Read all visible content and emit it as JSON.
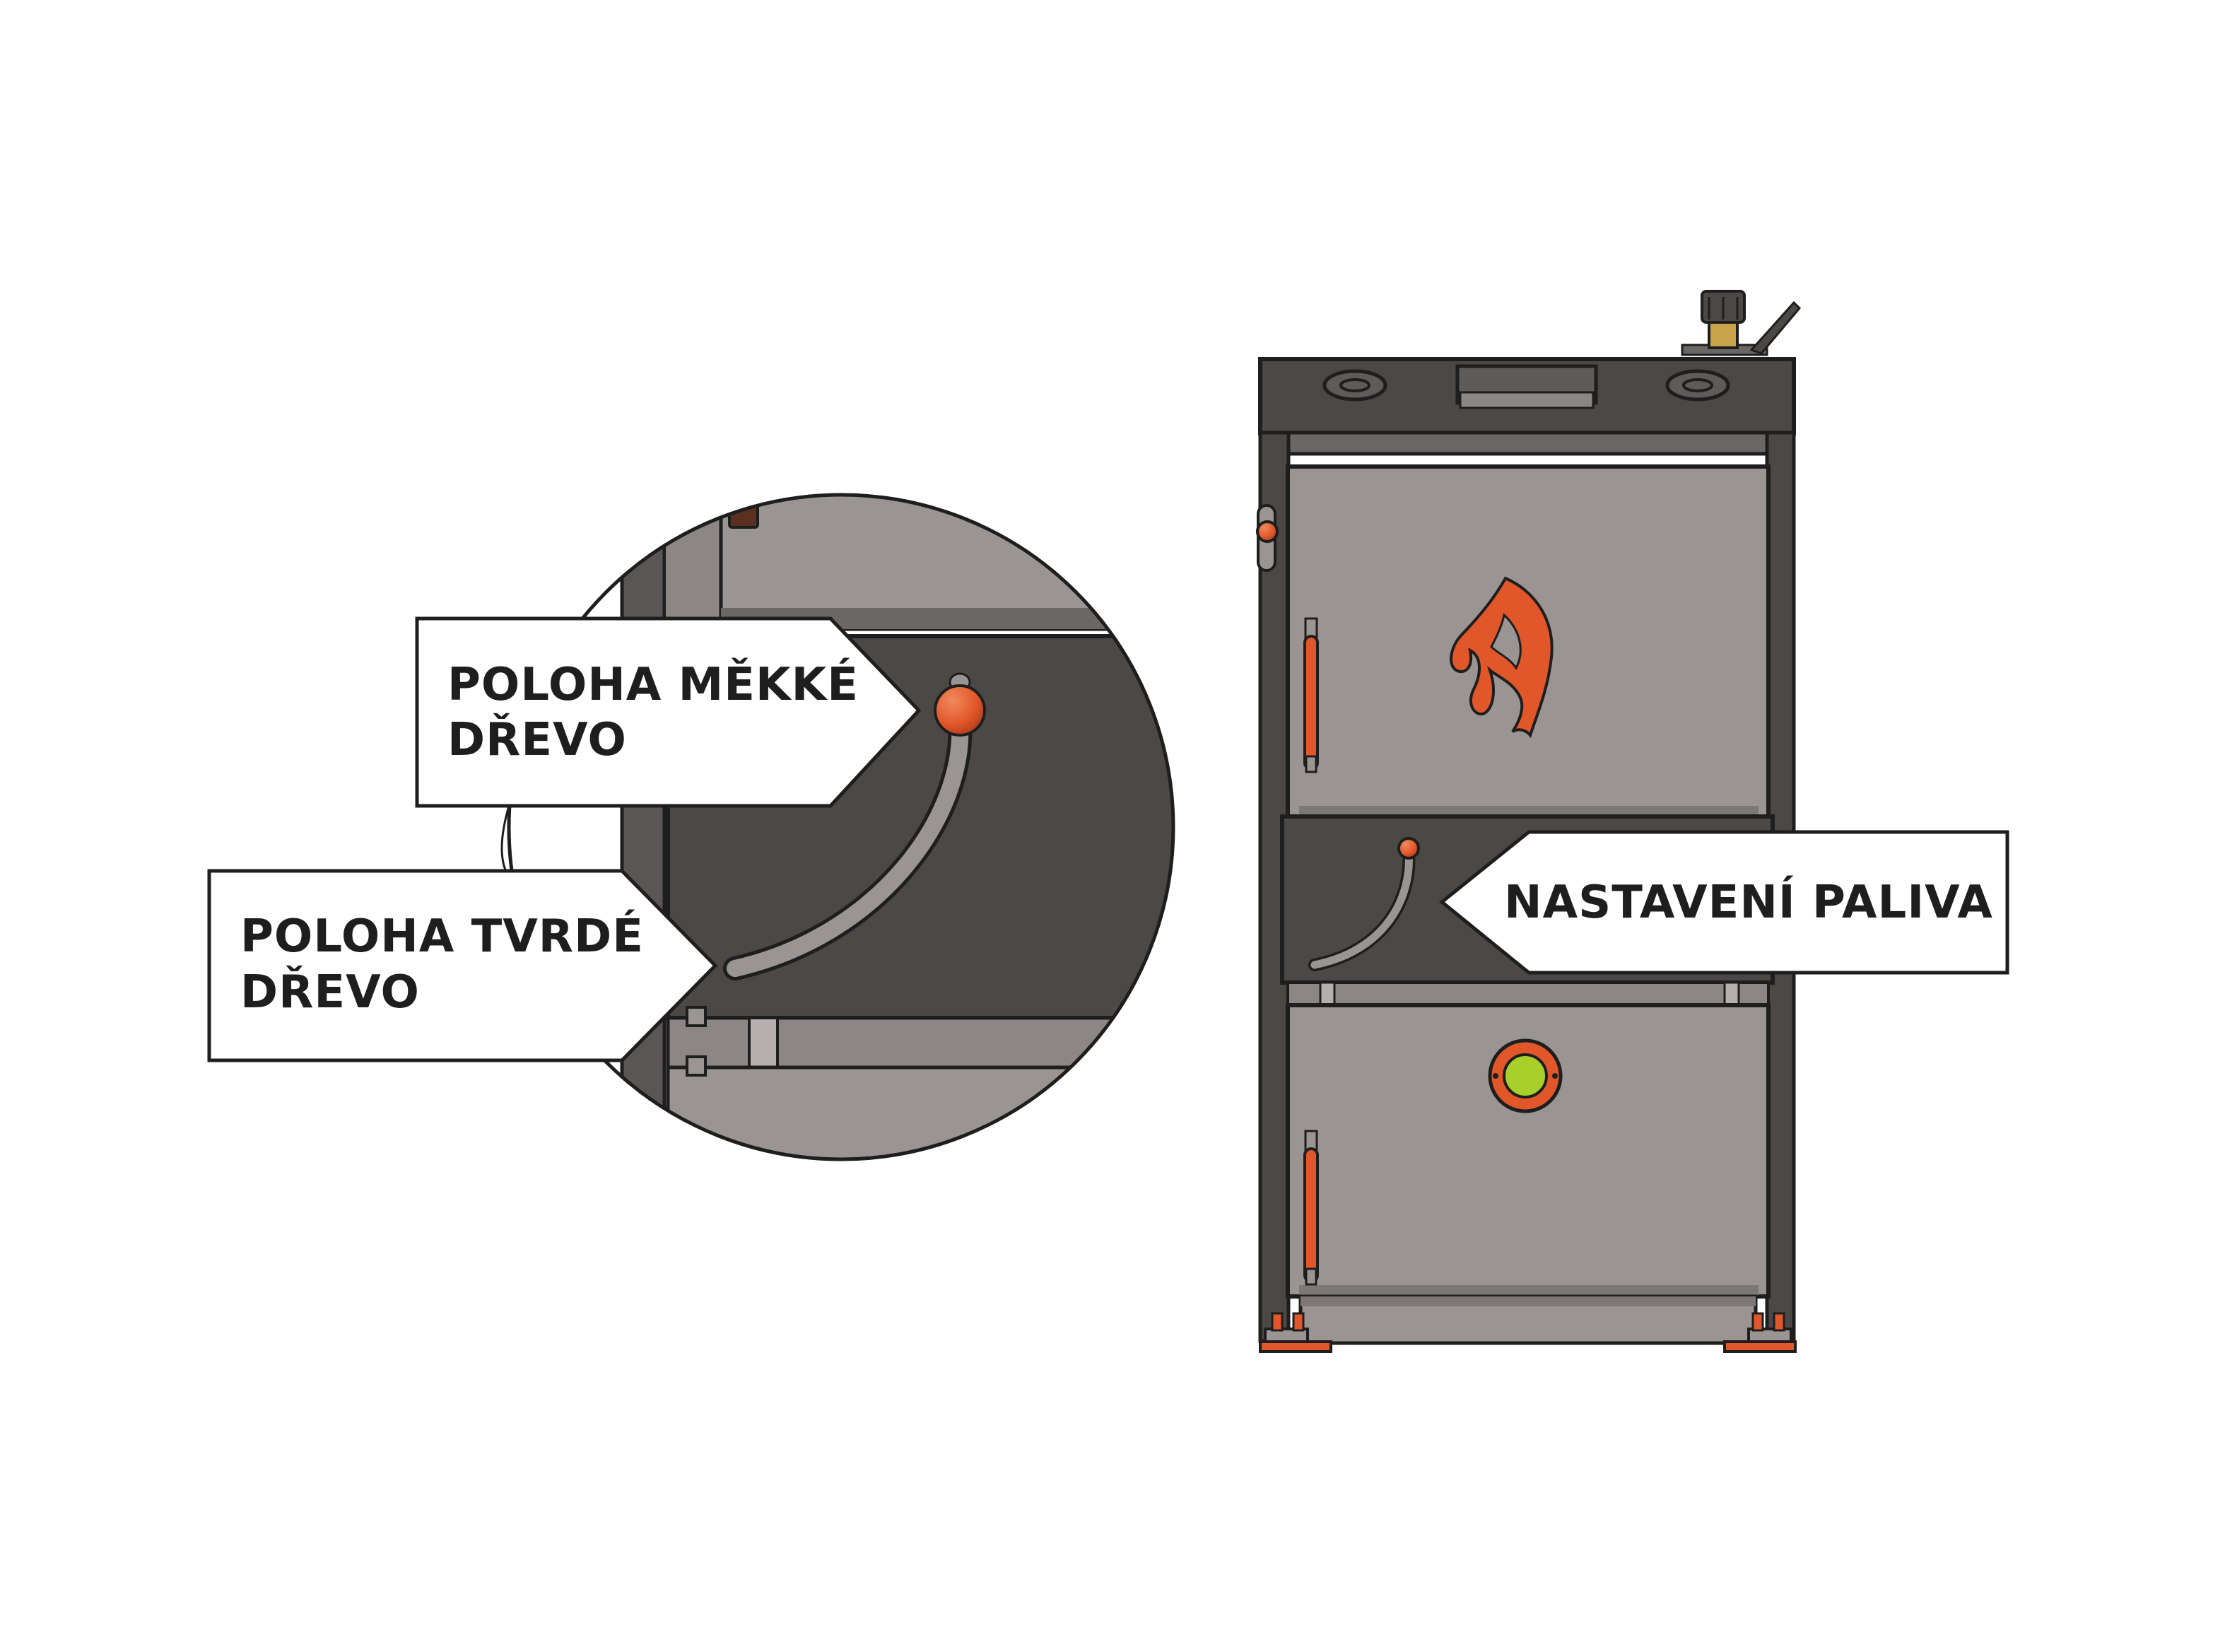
{
  "labels": {
    "soft_wood_line1": "POLOHA MĚKKÉ",
    "soft_wood_line2": "DŘEVO",
    "hard_wood_line1": "POLOHA TVRDÉ",
    "hard_wood_line2": "DŘEVO",
    "fuel_setting": "NASTAVENÍ PALIVA"
  },
  "colors": {
    "boiler_body": "#4a4745",
    "boiler_door": "#9a9593",
    "accent_orange": "#e2572a",
    "indicator_green": "#a8cf2a",
    "outline": "#1e1e1e",
    "callout_fill": "#ffffff"
  },
  "icons": {
    "flame": "flame-icon",
    "lever_knob": "lever-knob-icon",
    "inspection_window": "inspection-window-icon"
  }
}
